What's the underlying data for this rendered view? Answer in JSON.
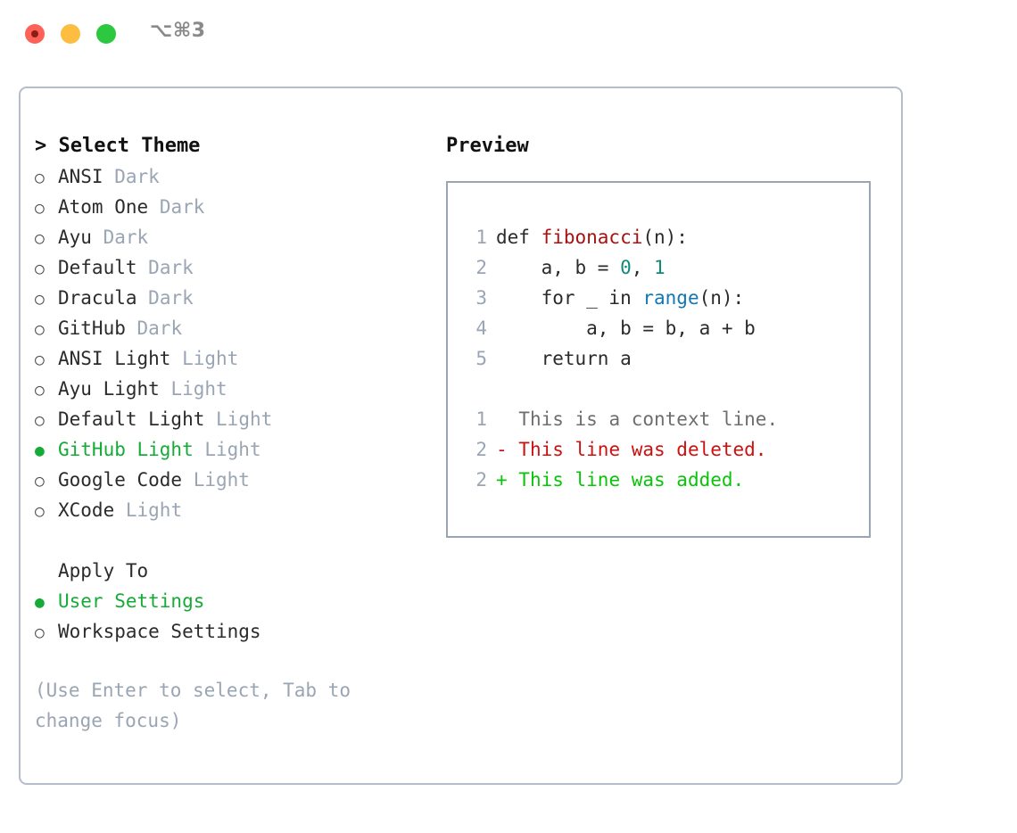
{
  "titlebar": {
    "shortcut": "⌥⌘3",
    "buttons": [
      "close",
      "minimize",
      "maximize"
    ]
  },
  "colors": {
    "accent_green": "#16ab37",
    "muted": "#9aa5b4",
    "text": "#2b2b2b",
    "panel_border": "#b4bdc9",
    "preview_border": "#9aa5b4",
    "syntax_function": "#a9100f",
    "syntax_number": "#0f8b79",
    "syntax_call": "#1178b5",
    "diff_deleted": "#cc1111",
    "diff_added": "#0ac40a"
  },
  "theme_list": {
    "header": "> Select Theme",
    "items": [
      {
        "marker": "○",
        "name": "ANSI",
        "category": "Dark",
        "selected": false
      },
      {
        "marker": "○",
        "name": "Atom One",
        "category": "Dark",
        "selected": false
      },
      {
        "marker": "○",
        "name": "Ayu",
        "category": "Dark",
        "selected": false
      },
      {
        "marker": "○",
        "name": "Default",
        "category": "Dark",
        "selected": false
      },
      {
        "marker": "○",
        "name": "Dracula",
        "category": "Dark",
        "selected": false
      },
      {
        "marker": "○",
        "name": "GitHub",
        "category": "Dark",
        "selected": false
      },
      {
        "marker": "○",
        "name": "ANSI Light",
        "category": "Light",
        "selected": false
      },
      {
        "marker": "○",
        "name": "Ayu Light",
        "category": "Light",
        "selected": false
      },
      {
        "marker": "○",
        "name": "Default Light",
        "category": "Light",
        "selected": false
      },
      {
        "marker": "●",
        "name": "GitHub Light",
        "category": "Light",
        "selected": true
      },
      {
        "marker": "○",
        "name": "Google Code",
        "category": "Light",
        "selected": false
      },
      {
        "marker": "○",
        "name": "XCode",
        "category": "Light",
        "selected": false
      }
    ]
  },
  "apply_to": {
    "header": "Apply To",
    "items": [
      {
        "marker": "●",
        "name": "User Settings",
        "selected": true
      },
      {
        "marker": "○",
        "name": "Workspace Settings",
        "selected": false
      }
    ]
  },
  "hint": "(Use Enter to select, Tab to change focus)",
  "preview": {
    "title": "Preview",
    "code_lines": [
      {
        "no": "1",
        "segments": [
          {
            "t": "def ",
            "c": "plain"
          },
          {
            "t": "fibonacci",
            "c": "fn"
          },
          {
            "t": "(n):",
            "c": "plain"
          }
        ]
      },
      {
        "no": "2",
        "segments": [
          {
            "t": "    a, b = ",
            "c": "plain"
          },
          {
            "t": "0",
            "c": "num"
          },
          {
            "t": ", ",
            "c": "plain"
          },
          {
            "t": "1",
            "c": "num"
          }
        ]
      },
      {
        "no": "3",
        "segments": [
          {
            "t": "    for _ in ",
            "c": "plain"
          },
          {
            "t": "range",
            "c": "call"
          },
          {
            "t": "(n):",
            "c": "plain"
          }
        ]
      },
      {
        "no": "4",
        "segments": [
          {
            "t": "        a, b = b, a + b",
            "c": "plain"
          }
        ]
      },
      {
        "no": "5",
        "segments": [
          {
            "t": "    return a",
            "c": "plain"
          }
        ]
      }
    ],
    "diff_lines": [
      {
        "no": "1",
        "prefix": "  ",
        "text": "This is a context line.",
        "kind": "context"
      },
      {
        "no": "2",
        "prefix": "- ",
        "text": "This line was deleted.",
        "kind": "deleted"
      },
      {
        "no": "2",
        "prefix": "+ ",
        "text": "This line was added.",
        "kind": "added"
      }
    ]
  }
}
